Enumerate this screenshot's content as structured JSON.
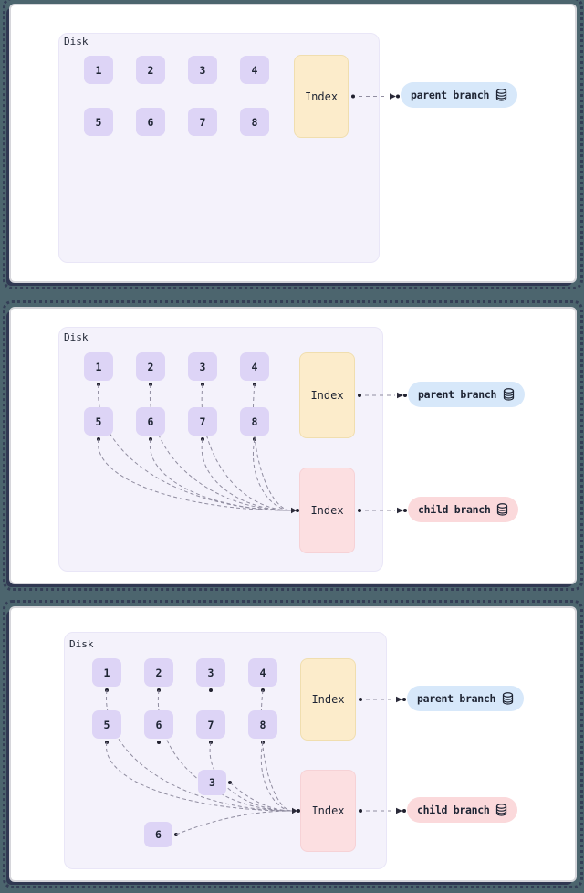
{
  "colors": {
    "background": "#4C656E",
    "card": "#FFFFFF",
    "card_border": "#D6D6DB",
    "card_shadow": "#303852",
    "disk_fill": "#F4F2FB",
    "disk_border": "#E9E6F7",
    "block_fill": "#DDD4F6",
    "index_yellow_fill": "#FCECCB",
    "index_yellow_border": "#F0DEAF",
    "index_pink_fill": "#FCDFE1",
    "index_pink_border": "#F6D2D6",
    "pill_blue_fill": "#D7E8FA",
    "pill_pink_fill": "#FBD9DB",
    "text": "#1E2433",
    "wire": "#908DA0",
    "dot": "#20202E",
    "arrow": "#2B2B3A"
  },
  "panels": [
    {
      "name": "parent-snapshot",
      "disk_label": "Disk",
      "blocks": [
        {
          "id": "b1",
          "label": "1"
        },
        {
          "id": "b2",
          "label": "2"
        },
        {
          "id": "b3",
          "label": "3"
        },
        {
          "id": "b4",
          "label": "4"
        },
        {
          "id": "b5",
          "label": "5"
        },
        {
          "id": "b6",
          "label": "6"
        },
        {
          "id": "b7",
          "label": "7"
        },
        {
          "id": "b8",
          "label": "8"
        }
      ],
      "indexes": [
        {
          "id": "idx-parent",
          "label": "Index",
          "variant": "yellow"
        }
      ],
      "pills": [
        {
          "id": "pill-parent",
          "label": "parent branch",
          "variant": "blue"
        }
      ],
      "edges": [],
      "links": [
        {
          "from": "idx-parent",
          "to": "pill-parent"
        }
      ]
    },
    {
      "name": "child-branch-created",
      "disk_label": "Disk",
      "blocks": [
        {
          "id": "b1",
          "label": "1",
          "dot": "bottom"
        },
        {
          "id": "b2",
          "label": "2",
          "dot": "bottom"
        },
        {
          "id": "b3",
          "label": "3",
          "dot": "bottom"
        },
        {
          "id": "b4",
          "label": "4",
          "dot": "bottom"
        },
        {
          "id": "b5",
          "label": "5",
          "dot": "bottom"
        },
        {
          "id": "b6",
          "label": "6",
          "dot": "bottom"
        },
        {
          "id": "b7",
          "label": "7",
          "dot": "bottom"
        },
        {
          "id": "b8",
          "label": "8",
          "dot": "bottom"
        }
      ],
      "indexes": [
        {
          "id": "idx-parent",
          "label": "Index",
          "variant": "yellow"
        },
        {
          "id": "idx-child",
          "label": "Index",
          "variant": "pink"
        }
      ],
      "pills": [
        {
          "id": "pill-parent",
          "label": "parent branch",
          "variant": "blue"
        },
        {
          "id": "pill-child",
          "label": "child branch",
          "variant": "pink"
        }
      ],
      "edges": [
        {
          "from": "b1",
          "to": "idx-child"
        },
        {
          "from": "b2",
          "to": "idx-child"
        },
        {
          "from": "b3",
          "to": "idx-child"
        },
        {
          "from": "b4",
          "to": "idx-child"
        },
        {
          "from": "b5",
          "to": "idx-child"
        },
        {
          "from": "b6",
          "to": "idx-child"
        },
        {
          "from": "b7",
          "to": "idx-child"
        },
        {
          "from": "b8",
          "to": "idx-child"
        }
      ],
      "links": [
        {
          "from": "idx-parent",
          "to": "pill-parent"
        },
        {
          "from": "idx-child",
          "to": "pill-child"
        }
      ]
    },
    {
      "name": "copy-on-write",
      "disk_label": "Disk",
      "blocks": [
        {
          "id": "b1",
          "label": "1",
          "dot": "bottom"
        },
        {
          "id": "b2",
          "label": "2",
          "dot": "bottom"
        },
        {
          "id": "b3",
          "label": "3",
          "dot": "bottom"
        },
        {
          "id": "b4",
          "label": "4",
          "dot": "bottom"
        },
        {
          "id": "b5",
          "label": "5",
          "dot": "bottom"
        },
        {
          "id": "b6",
          "label": "6",
          "dot": "bottom"
        },
        {
          "id": "b7",
          "label": "7",
          "dot": "bottom"
        },
        {
          "id": "b8",
          "label": "8",
          "dot": "bottom"
        },
        {
          "id": "n3",
          "label": "3",
          "dot": "right"
        },
        {
          "id": "n6",
          "label": "6",
          "dot": "right"
        }
      ],
      "indexes": [
        {
          "id": "idx-parent",
          "label": "Index",
          "variant": "yellow"
        },
        {
          "id": "idx-child",
          "label": "Index",
          "variant": "pink"
        }
      ],
      "pills": [
        {
          "id": "pill-parent",
          "label": "parent branch",
          "variant": "blue"
        },
        {
          "id": "pill-child",
          "label": "child branch",
          "variant": "pink"
        }
      ],
      "edges": [
        {
          "from": "b1",
          "to": "idx-child"
        },
        {
          "from": "b2",
          "to": "idx-child"
        },
        {
          "from": "b4",
          "to": "idx-child"
        },
        {
          "from": "b5",
          "to": "idx-child"
        },
        {
          "from": "b7",
          "to": "idx-child"
        },
        {
          "from": "b8",
          "to": "idx-child"
        },
        {
          "from": "n3",
          "to": "idx-child"
        },
        {
          "from": "n6",
          "to": "idx-child"
        }
      ],
      "links": [
        {
          "from": "idx-parent",
          "to": "pill-parent"
        },
        {
          "from": "idx-child",
          "to": "pill-child"
        }
      ]
    }
  ]
}
